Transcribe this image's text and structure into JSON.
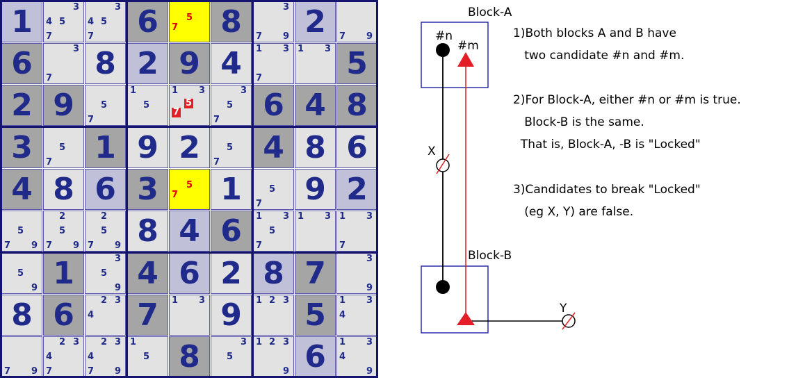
{
  "colors": {
    "given_bg": "#a5a5a5",
    "light_bg": "#e2e2e2",
    "blue_bg": "#c0c0d8",
    "yellow_bg": "#ffff00",
    "digit": "#1f2a8a",
    "candidate_red": "#e00000",
    "chain_black": "#000000",
    "chain_red": "#e41e26",
    "block_border": "#2b2ba8"
  },
  "sudoku": {
    "cells": [
      {
        "r": 0,
        "c": 0,
        "bg": "blue",
        "v": "1"
      },
      {
        "r": 0,
        "c": 1,
        "bg": "light",
        "cands": [
          "4",
          "5",
          "3",
          "7"
        ]
      },
      {
        "r": 0,
        "c": 2,
        "bg": "light",
        "cands": [
          "4",
          "5",
          "3",
          "7"
        ]
      },
      {
        "r": 0,
        "c": 3,
        "bg": "given",
        "v": "6"
      },
      {
        "r": 0,
        "c": 4,
        "bg": "yellow",
        "cands": [
          "5",
          "7"
        ],
        "red": [
          "5",
          "7"
        ]
      },
      {
        "r": 0,
        "c": 5,
        "bg": "given",
        "v": "8"
      },
      {
        "r": 0,
        "c": 6,
        "bg": "light",
        "cands": [
          "3",
          "7",
          "9"
        ]
      },
      {
        "r": 0,
        "c": 7,
        "bg": "blue",
        "v": "2"
      },
      {
        "r": 0,
        "c": 8,
        "bg": "light",
        "cands": [
          "7",
          "9"
        ]
      },
      {
        "r": 1,
        "c": 0,
        "bg": "given",
        "v": "6"
      },
      {
        "r": 1,
        "c": 1,
        "bg": "light",
        "cands": [
          "3",
          "7"
        ]
      },
      {
        "r": 1,
        "c": 2,
        "bg": "light",
        "v": "8"
      },
      {
        "r": 1,
        "c": 3,
        "bg": "blue",
        "v": "2"
      },
      {
        "r": 1,
        "c": 4,
        "bg": "given",
        "v": "9"
      },
      {
        "r": 1,
        "c": 5,
        "bg": "light",
        "v": "4"
      },
      {
        "r": 1,
        "c": 6,
        "bg": "light",
        "cands": [
          "1",
          "3",
          "7"
        ]
      },
      {
        "r": 1,
        "c": 7,
        "bg": "light",
        "cands": [
          "1",
          "3"
        ]
      },
      {
        "r": 1,
        "c": 8,
        "bg": "given",
        "v": "5"
      },
      {
        "r": 2,
        "c": 0,
        "bg": "given",
        "v": "2"
      },
      {
        "r": 2,
        "c": 1,
        "bg": "given",
        "v": "9"
      },
      {
        "r": 2,
        "c": 2,
        "bg": "light",
        "cands": [
          "5",
          "7"
        ]
      },
      {
        "r": 2,
        "c": 3,
        "bg": "light",
        "cands": [
          "1",
          "5"
        ]
      },
      {
        "r": 2,
        "c": 4,
        "bg": "light",
        "cands": [
          "1",
          "3",
          "5",
          "7"
        ],
        "hl": [
          "5",
          "7"
        ]
      },
      {
        "r": 2,
        "c": 5,
        "bg": "light",
        "cands": [
          "3",
          "5",
          "7"
        ]
      },
      {
        "r": 2,
        "c": 6,
        "bg": "given",
        "v": "6"
      },
      {
        "r": 2,
        "c": 7,
        "bg": "given",
        "v": "4"
      },
      {
        "r": 2,
        "c": 8,
        "bg": "given",
        "v": "8"
      },
      {
        "r": 3,
        "c": 0,
        "bg": "given",
        "v": "3"
      },
      {
        "r": 3,
        "c": 1,
        "bg": "light",
        "cands": [
          "5",
          "7"
        ]
      },
      {
        "r": 3,
        "c": 2,
        "bg": "given",
        "v": "1"
      },
      {
        "r": 3,
        "c": 3,
        "bg": "light",
        "v": "9"
      },
      {
        "r": 3,
        "c": 4,
        "bg": "light",
        "v": "2"
      },
      {
        "r": 3,
        "c": 5,
        "bg": "light",
        "cands": [
          "5",
          "7"
        ]
      },
      {
        "r": 3,
        "c": 6,
        "bg": "given",
        "v": "4"
      },
      {
        "r": 3,
        "c": 7,
        "bg": "light",
        "v": "8"
      },
      {
        "r": 3,
        "c": 8,
        "bg": "light",
        "v": "6"
      },
      {
        "r": 4,
        "c": 0,
        "bg": "given",
        "v": "4"
      },
      {
        "r": 4,
        "c": 1,
        "bg": "light",
        "v": "8"
      },
      {
        "r": 4,
        "c": 2,
        "bg": "blue",
        "v": "6"
      },
      {
        "r": 4,
        "c": 3,
        "bg": "given",
        "v": "3"
      },
      {
        "r": 4,
        "c": 4,
        "bg": "yellow",
        "cands": [
          "5",
          "7"
        ],
        "red": [
          "5",
          "7"
        ]
      },
      {
        "r": 4,
        "c": 5,
        "bg": "light",
        "v": "1"
      },
      {
        "r": 4,
        "c": 6,
        "bg": "light",
        "cands": [
          "5",
          "7"
        ]
      },
      {
        "r": 4,
        "c": 7,
        "bg": "light",
        "v": "9"
      },
      {
        "r": 4,
        "c": 8,
        "bg": "blue",
        "v": "2"
      },
      {
        "r": 5,
        "c": 0,
        "bg": "light",
        "cands": [
          "5",
          "7",
          "9"
        ]
      },
      {
        "r": 5,
        "c": 1,
        "bg": "light",
        "cands": [
          "2",
          "5",
          "7",
          "9"
        ]
      },
      {
        "r": 5,
        "c": 2,
        "bg": "light",
        "cands": [
          "2",
          "5",
          "7",
          "9"
        ]
      },
      {
        "r": 5,
        "c": 3,
        "bg": "light",
        "v": "8"
      },
      {
        "r": 5,
        "c": 4,
        "bg": "blue",
        "v": "4"
      },
      {
        "r": 5,
        "c": 5,
        "bg": "given",
        "v": "6"
      },
      {
        "r": 5,
        "c": 6,
        "bg": "light",
        "cands": [
          "1",
          "3",
          "5",
          "7"
        ]
      },
      {
        "r": 5,
        "c": 7,
        "bg": "light",
        "cands": [
          "1",
          "3"
        ]
      },
      {
        "r": 5,
        "c": 8,
        "bg": "light",
        "cands": [
          "1",
          "3",
          "7"
        ]
      },
      {
        "r": 6,
        "c": 0,
        "bg": "light",
        "cands": [
          "5",
          "9"
        ]
      },
      {
        "r": 6,
        "c": 1,
        "bg": "given",
        "v": "1"
      },
      {
        "r": 6,
        "c": 2,
        "bg": "light",
        "cands": [
          "3",
          "5",
          "9"
        ]
      },
      {
        "r": 6,
        "c": 3,
        "bg": "given",
        "v": "4"
      },
      {
        "r": 6,
        "c": 4,
        "bg": "blue",
        "v": "6"
      },
      {
        "r": 6,
        "c": 5,
        "bg": "light",
        "v": "2"
      },
      {
        "r": 6,
        "c": 6,
        "bg": "blue",
        "v": "8"
      },
      {
        "r": 6,
        "c": 7,
        "bg": "given",
        "v": "7"
      },
      {
        "r": 6,
        "c": 8,
        "bg": "light",
        "cands": [
          "3",
          "9"
        ]
      },
      {
        "r": 7,
        "c": 0,
        "bg": "light",
        "v": "8"
      },
      {
        "r": 7,
        "c": 1,
        "bg": "given",
        "v": "6"
      },
      {
        "r": 7,
        "c": 2,
        "bg": "light",
        "cands": [
          "2",
          "3",
          "4"
        ]
      },
      {
        "r": 7,
        "c": 3,
        "bg": "given",
        "v": "7"
      },
      {
        "r": 7,
        "c": 4,
        "bg": "light",
        "cands": [
          "1",
          "3"
        ]
      },
      {
        "r": 7,
        "c": 5,
        "bg": "light",
        "v": "9"
      },
      {
        "r": 7,
        "c": 6,
        "bg": "light",
        "cands": [
          "1",
          "2",
          "3"
        ]
      },
      {
        "r": 7,
        "c": 7,
        "bg": "given",
        "v": "5"
      },
      {
        "r": 7,
        "c": 8,
        "bg": "light",
        "cands": [
          "1",
          "3",
          "4"
        ]
      },
      {
        "r": 8,
        "c": 0,
        "bg": "light",
        "cands": [
          "7",
          "9"
        ]
      },
      {
        "r": 8,
        "c": 1,
        "bg": "light",
        "cands": [
          "2",
          "3",
          "4",
          "7"
        ]
      },
      {
        "r": 8,
        "c": 2,
        "bg": "light",
        "cands": [
          "2",
          "3",
          "4",
          "7",
          "9"
        ]
      },
      {
        "r": 8,
        "c": 3,
        "bg": "light",
        "cands": [
          "1",
          "5"
        ]
      },
      {
        "r": 8,
        "c": 4,
        "bg": "given",
        "v": "8"
      },
      {
        "r": 8,
        "c": 5,
        "bg": "light",
        "cands": [
          "3",
          "5"
        ]
      },
      {
        "r": 8,
        "c": 6,
        "bg": "light",
        "cands": [
          "1",
          "2",
          "3",
          "9"
        ]
      },
      {
        "r": 8,
        "c": 7,
        "bg": "blue",
        "v": "6"
      },
      {
        "r": 8,
        "c": 8,
        "bg": "light",
        "cands": [
          "1",
          "3",
          "4",
          "9"
        ]
      }
    ]
  },
  "diagram": {
    "block_a_label": "Block-A",
    "block_b_label": "Block-B",
    "n_label": "#n",
    "m_label": "#m",
    "x_label": "X",
    "y_label": "Y",
    "notes": [
      "1)Both blocks A and B have",
      "   two candidate #n and #m.",
      "2)For Block-A, either #n or #m is true.",
      "   Block-B is the same.",
      "  That is, Block-A, -B is \"Locked\"",
      "3)Candidates to break \"Locked\"",
      "   (eg X, Y) are false."
    ]
  }
}
